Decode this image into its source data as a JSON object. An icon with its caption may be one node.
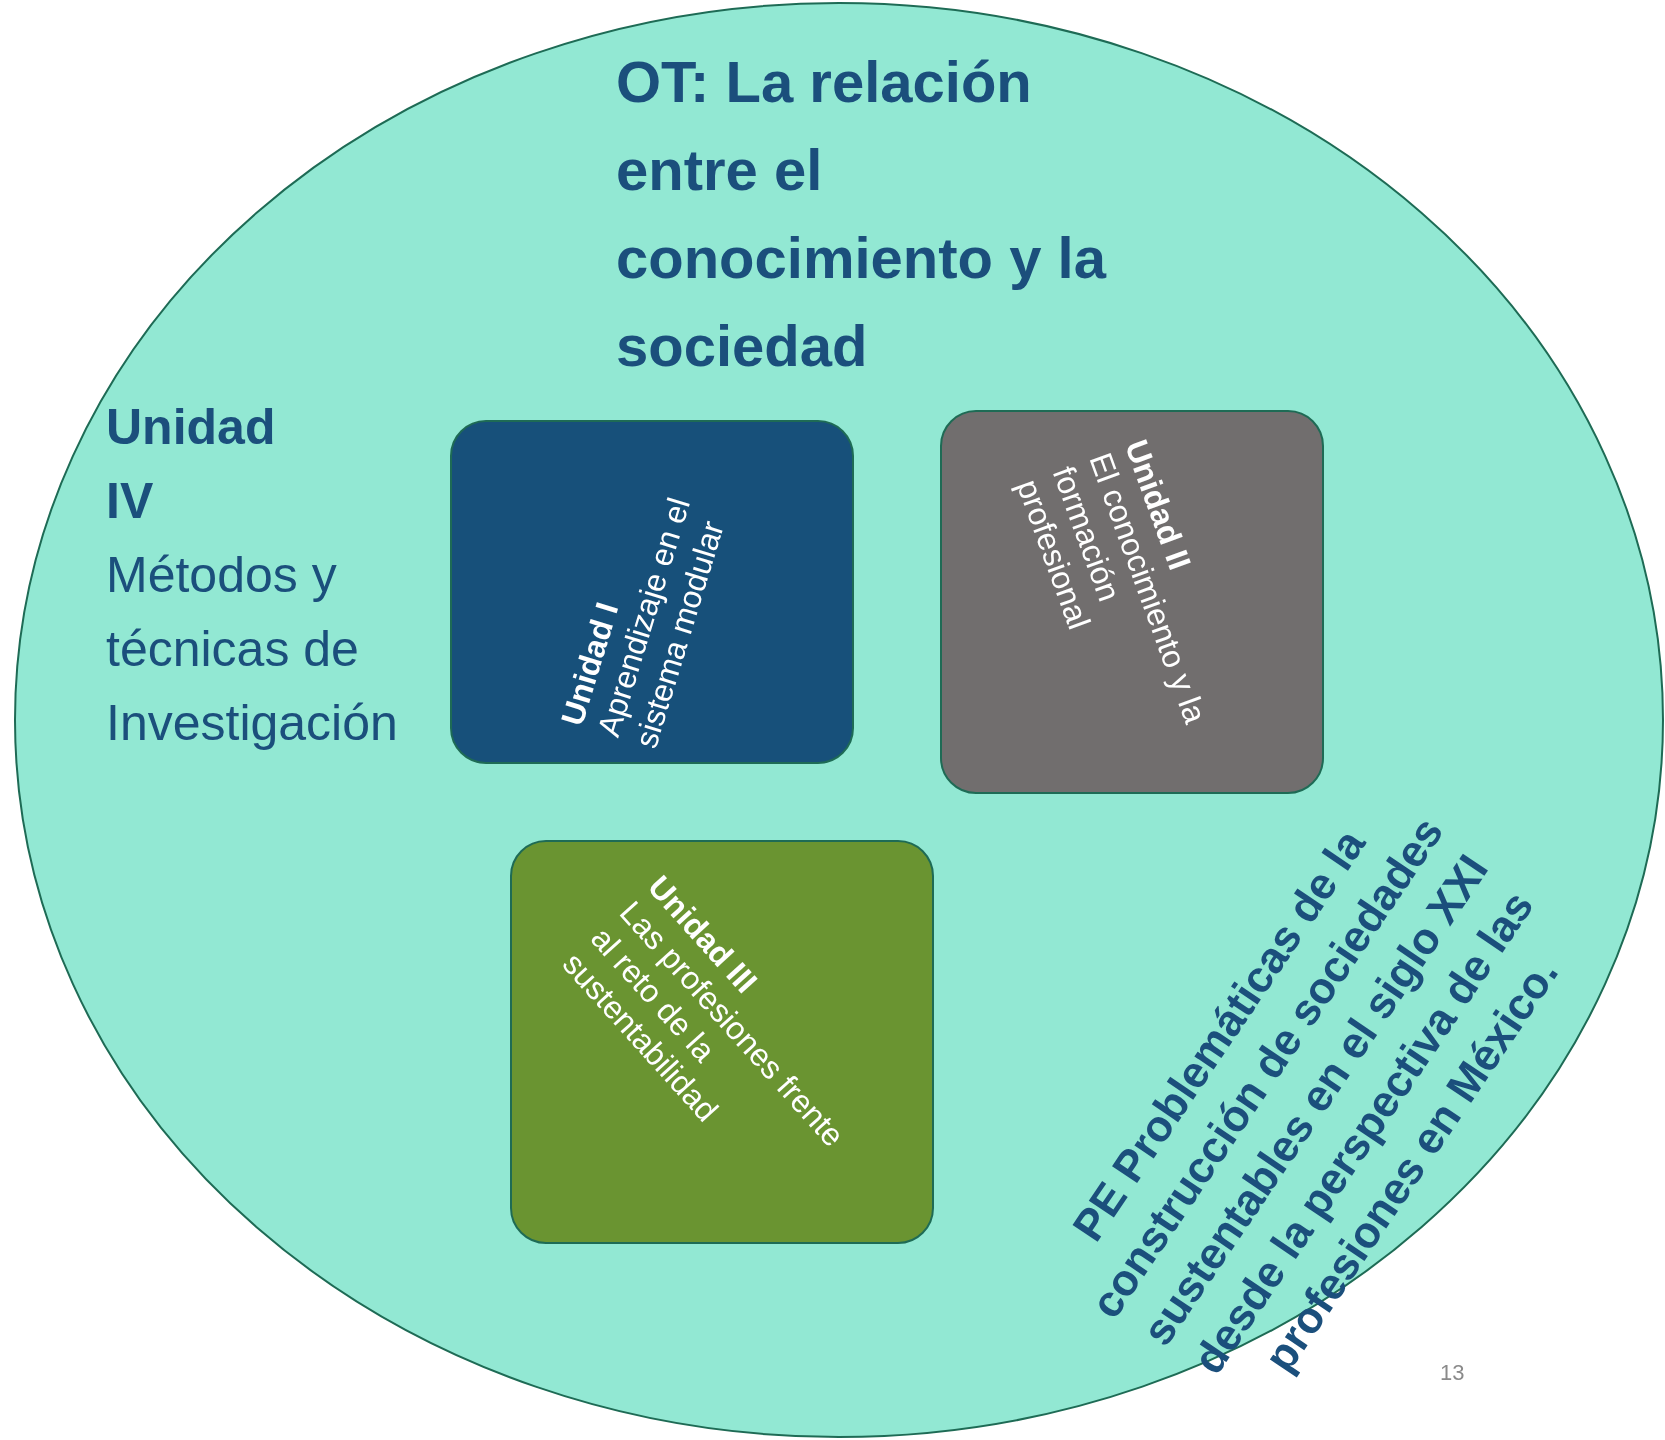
{
  "diagram": {
    "nodes": [
      {
        "text": [
          "OT: La relación entre el conocimiento y la sociedad",
          "Unidad IV",
          "Métodos y técnicas de Investigación",
          "PE Problemáticas de la construcción de sociedades sustentables en el siglo XXI desde la perspectiva de las profesiones en México."
        ]
      },
      {
        "text": [
          "Unidad I",
          "Aprendizaje en el sistema modular"
        ],
        "in": 0
      },
      {
        "text": [
          "Unidad II",
          "El conocimiento y la formación profesional"
        ],
        "in": 0
      },
      {
        "text": [
          "Unidad III",
          "Las profesiones frente al reto de la sustentabilidad"
        ],
        "in": 0
      }
    ],
    "labels": [
      "13"
    ]
  }
}
